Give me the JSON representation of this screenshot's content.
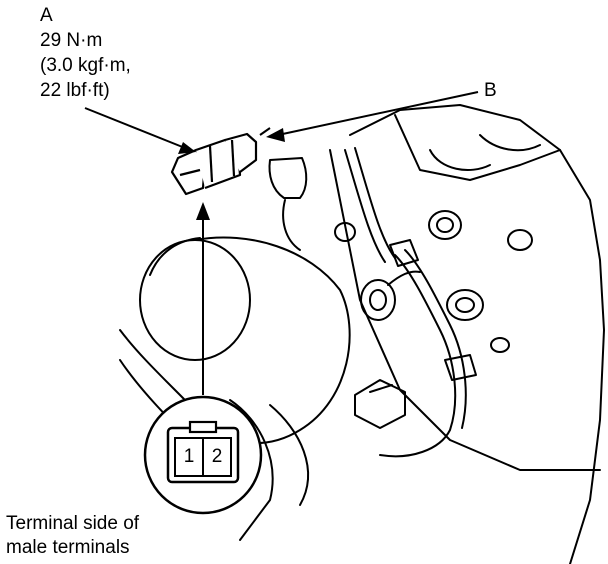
{
  "callouts": {
    "a": {
      "letter": "A",
      "torque_nm": "29 N·m",
      "torque_kgfm": "(3.0 kgf·m,",
      "torque_lbfft": "22 lbf·ft)"
    },
    "b": {
      "letter": "B"
    }
  },
  "connector": {
    "pins": [
      "1",
      "2"
    ]
  },
  "caption": {
    "line1": "Terminal side of",
    "line2": "male terminals"
  }
}
